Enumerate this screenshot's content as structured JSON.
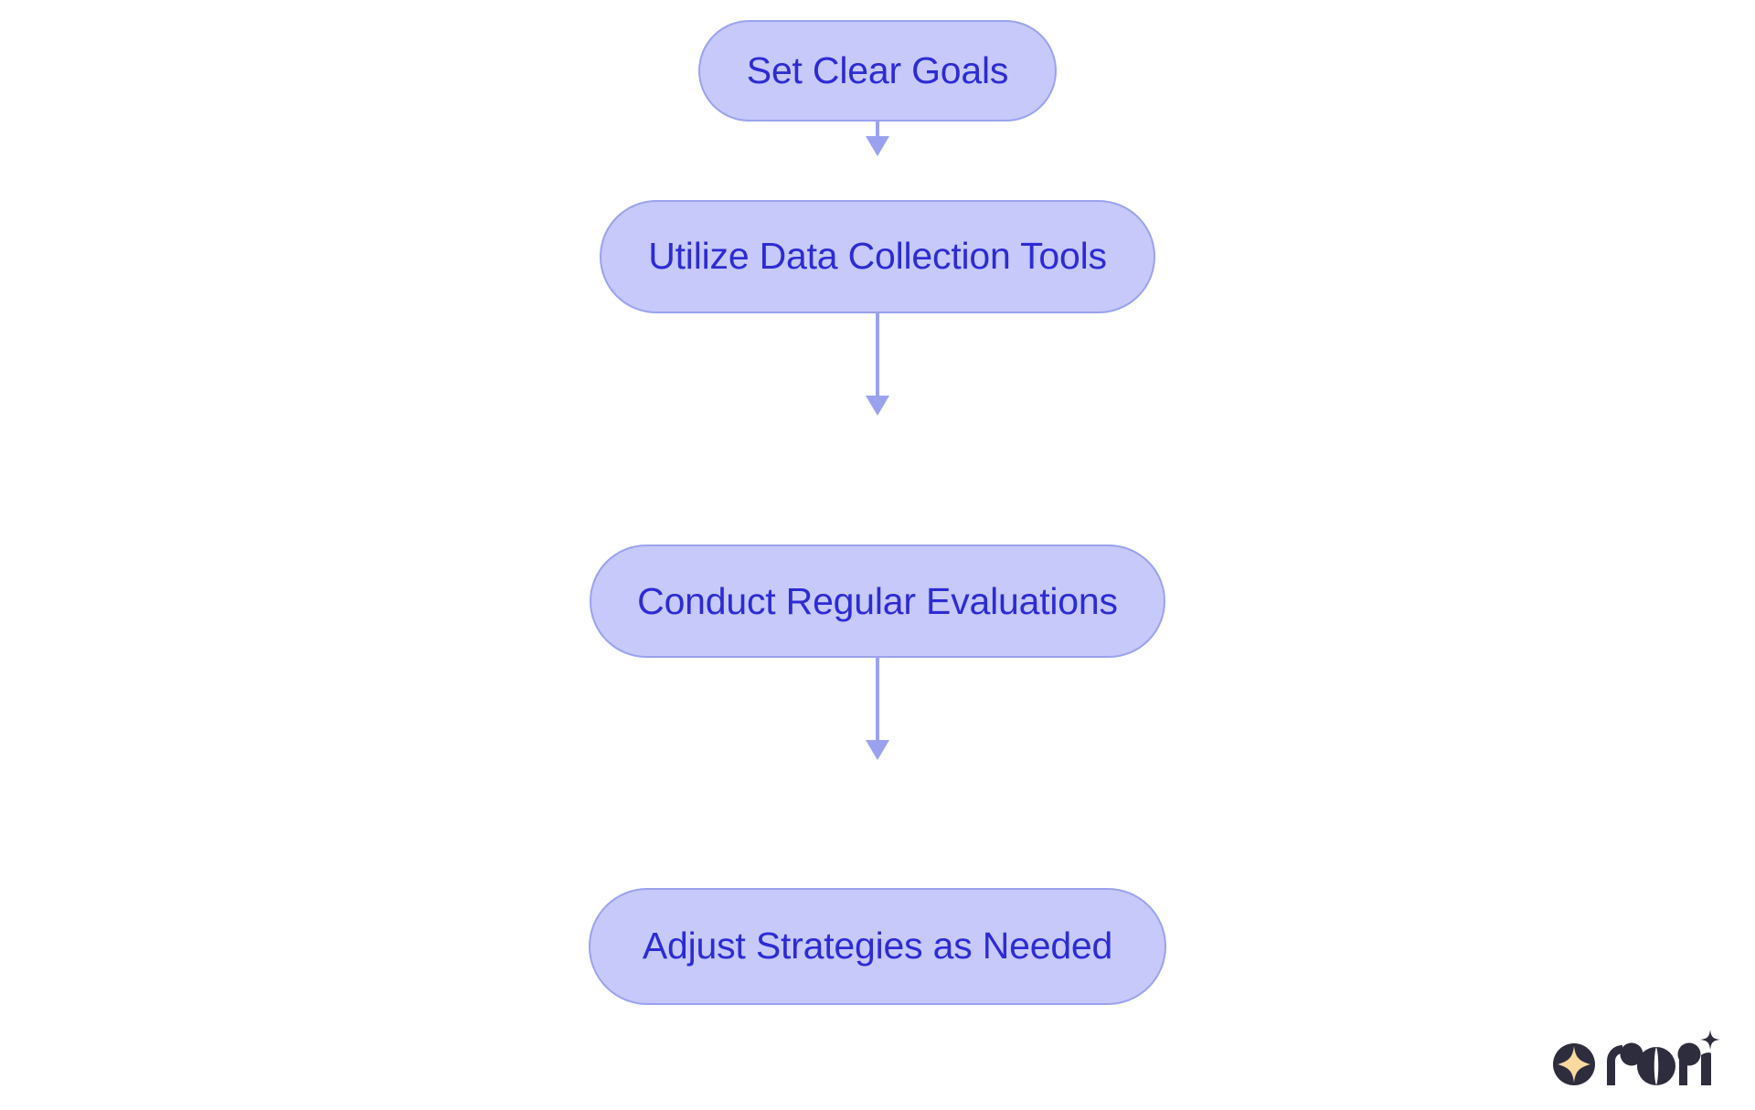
{
  "diagram": {
    "type": "flowchart",
    "orientation": "top-to-bottom",
    "background_color": "#ffffff",
    "node_fill_color": "#c6c9f9",
    "node_border_color": "#9aa2ef",
    "node_text_color": "#2d2bd4",
    "connector_color": "#9aa2ef",
    "nodes": [
      {
        "id": "n1",
        "label": "Set Clear Goals"
      },
      {
        "id": "n2",
        "label": "Utilize Data Collection Tools"
      },
      {
        "id": "n3",
        "label": "Conduct Regular Evaluations"
      },
      {
        "id": "n4",
        "label": "Adjust Strategies as Needed"
      }
    ],
    "edges": [
      {
        "from": "n1",
        "to": "n2",
        "arrow": "down-arrow"
      },
      {
        "from": "n2",
        "to": "n3",
        "arrow": "down-arrow"
      },
      {
        "from": "n3",
        "to": "n4",
        "arrow": "down-arrow"
      }
    ]
  },
  "branding": {
    "name": "rori",
    "mark_color": "#2e2d3d",
    "star_color": "#f8d9a0"
  }
}
